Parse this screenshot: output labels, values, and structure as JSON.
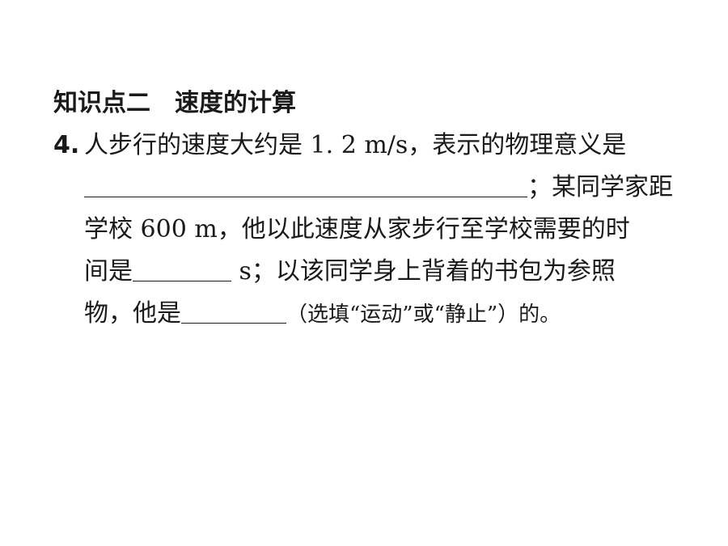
{
  "section": {
    "part1": "知识点二",
    "part2": "速度的计算"
  },
  "question": {
    "number": "4.",
    "line1": "人步行的速度大约是 1. 2  m/s，表示的物理意义是",
    "line2_after_blank": "；某同学家距",
    "line3": "学校 600  m，他以此速度从家步行至学校需要的时",
    "line4_before_blank": "间是",
    "line4_after_blank": " s；以该同学身上背着的书包为参照",
    "line5_before_blank": "物，他是",
    "line5_after_blank": "（选填“运动”或“静止”）的。"
  }
}
